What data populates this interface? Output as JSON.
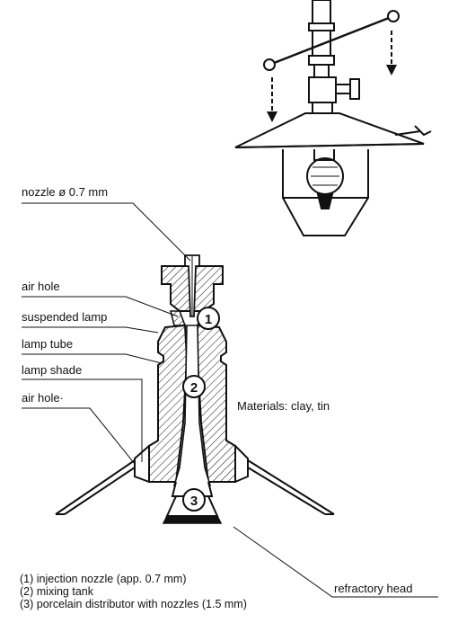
{
  "labels": {
    "nozzle": "nozzle ø 0.7 mm",
    "air_hole_top": "air hole",
    "suspended_lamp": "suspended lamp",
    "lamp_tube": "lamp tube",
    "lamp_shade": "lamp shade",
    "air_hole_bottom": "air hole·",
    "materials": "Materials: clay, tin",
    "refractory_head": "refractory head"
  },
  "markers": [
    "1",
    "2",
    "3"
  ],
  "legend": [
    "(1)  injection nozzle (app. 0.7 mm)",
    "(2)  mixing tank",
    "(3)  porcelain distributor with nozzles (1.5 mm)"
  ]
}
